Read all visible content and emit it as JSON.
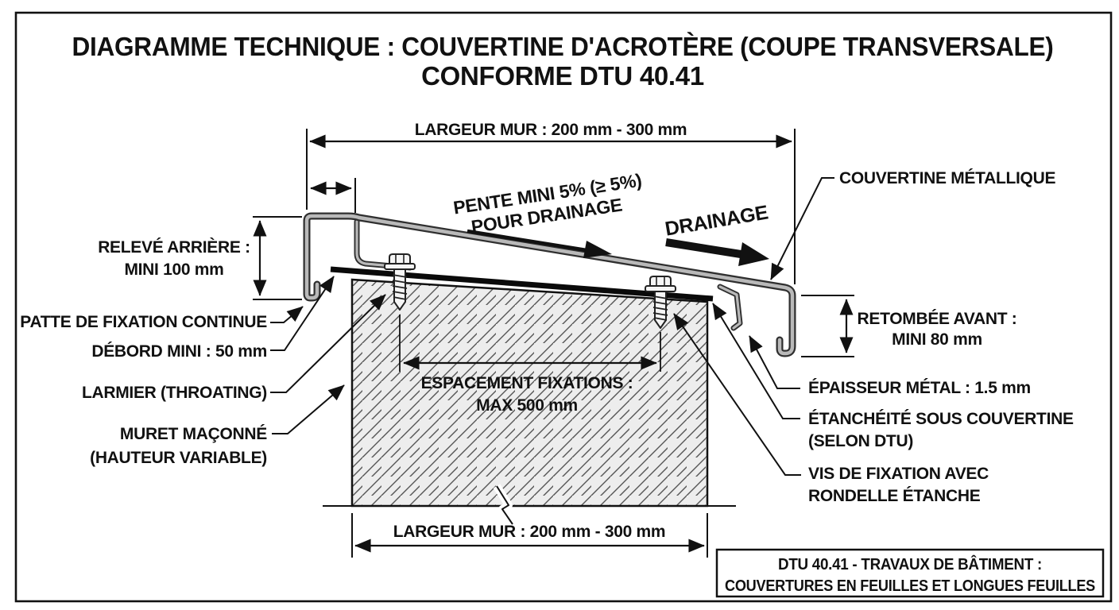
{
  "title": {
    "line1": "DIAGRAMME TECHNIQUE : COUVERTINE D'ACROTÈRE (COUPE TRANSVERSALE)",
    "line2": "CONFORME DTU 40.41"
  },
  "dimensions": {
    "largeur_mur_haut": "LARGEUR MUR : 200 mm - 300 mm",
    "largeur_mur_bas": "LARGEUR MUR : 200 mm - 300 mm",
    "releve_arriere_l1": "RELEVÉ ARRIÈRE :",
    "releve_arriere_l2": "MINI 100 mm",
    "retombee_avant_l1": "RETOMBÉE AVANT :",
    "retombee_avant_l2": "MINI 80 mm",
    "espacement_l1": "ESPACEMENT FIXATIONS :",
    "espacement_l2": "MAX 500 mm"
  },
  "callouts": {
    "patte": "PATTE DE FIXATION CONTINUE",
    "debord": "DÉBORD MINI : 50 mm",
    "larmier": "LARMIER (THROATING)",
    "muret_l1": "MURET MAÇONNÉ",
    "muret_l2": "(HAUTEUR VARIABLE)",
    "couvertine": "COUVERTINE MÉTALLIQUE",
    "epaisseur": "ÉPAISSEUR MÉTAL : 1.5 mm",
    "etancheite_l1": "ÉTANCHÉITÉ SOUS COUVERTINE",
    "etancheite_l2": "(SELON DTU)",
    "vis_l1": "VIS DE FIXATION AVEC",
    "vis_l2": "RONDELLE ÉTANCHE"
  },
  "slope": {
    "pente_l1": "PENTE MINI 5% (≥ 5%)",
    "pente_l2": "POUR DRAINAGE",
    "drainage": "DRAINAGE"
  },
  "footer": {
    "l1": "DTU 40.41 - TRAVAUX DE BÂTIMENT :",
    "l2": "COUVERTURES EN FEUILLES ET LONGUES FEUILLES"
  },
  "colors": {
    "ink": "#111111",
    "metal": "#b9b9b9",
    "metal_outline": "#2f2f2f",
    "wall_fill": "#ededed",
    "background": "#ffffff"
  }
}
